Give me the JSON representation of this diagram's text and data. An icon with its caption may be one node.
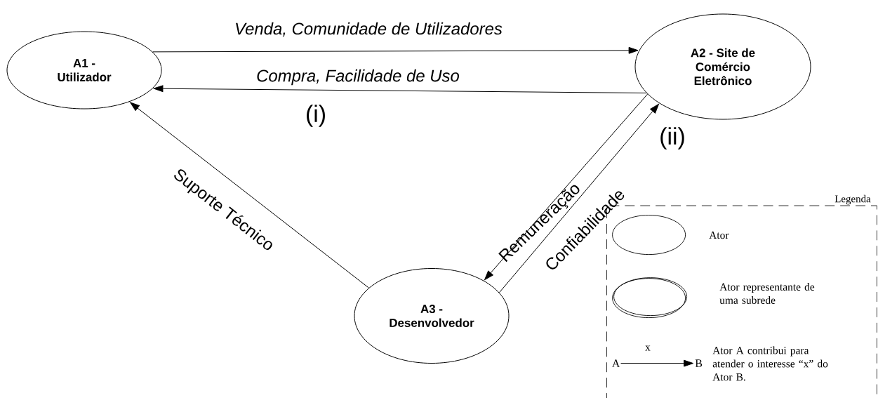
{
  "diagram": {
    "nodes": [
      {
        "text": [
          "A1 - Utilizador"
        ]
      },
      {
        "text": [
          "A2 - Site de Comércio Eletrônico"
        ]
      },
      {
        "text": [
          "A3 - Desenvolvedor"
        ]
      },
      {
        "text": [
          "Legenda"
        ]
      },
      {
        "text": [],
        "shape": "ellipse",
        "in": 3
      },
      {
        "text": [],
        "shape": "ellipse",
        "in": 3
      },
      {
        "text": [
          "A"
        ],
        "in": 3
      },
      {
        "text": [
          "B"
        ],
        "in": 3
      }
    ],
    "edges": [
      {
        "from": 0,
        "to": 1,
        "arrow": "to",
        "label": "Venda, Comunidade de Utilizadores"
      },
      {
        "from": 1,
        "to": 0,
        "arrow": "to",
        "label": "Compra, Facilidade de Uso"
      },
      {
        "from": 2,
        "to": 0,
        "arrow": "to",
        "label": "Suporte Técnico"
      },
      {
        "from": 1,
        "to": 2,
        "arrow": "to",
        "label": "Remuneração"
      },
      {
        "from": 2,
        "to": 1,
        "arrow": "to",
        "label": "Confiabilidade"
      },
      {
        "from": 6,
        "to": 7,
        "arrow": "to",
        "label": "x"
      }
    ],
    "labels": [
      "(i)",
      "(ii)"
    ],
    "legend": [
      {
        "text": "Ator"
      },
      {
        "text": "Ator representante de uma subrede"
      },
      {
        "text": "Ator A contribui para atender o interesse “x” do Ator B."
      }
    ]
  }
}
